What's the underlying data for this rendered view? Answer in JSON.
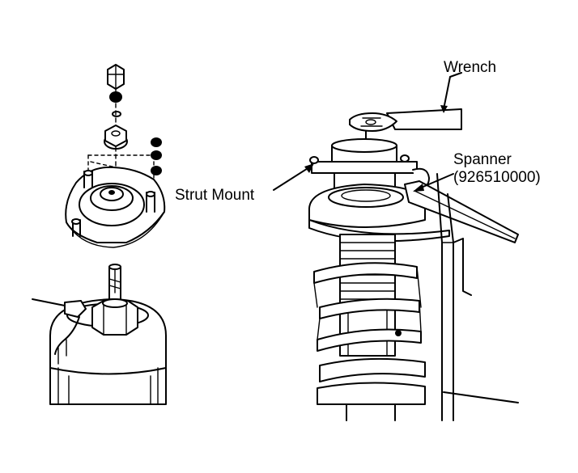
{
  "labels": {
    "wrench": "Wrench",
    "spanner": "Spanner",
    "spanner_part_number": "(926510000)",
    "strut_mount": "Strut Mount"
  }
}
